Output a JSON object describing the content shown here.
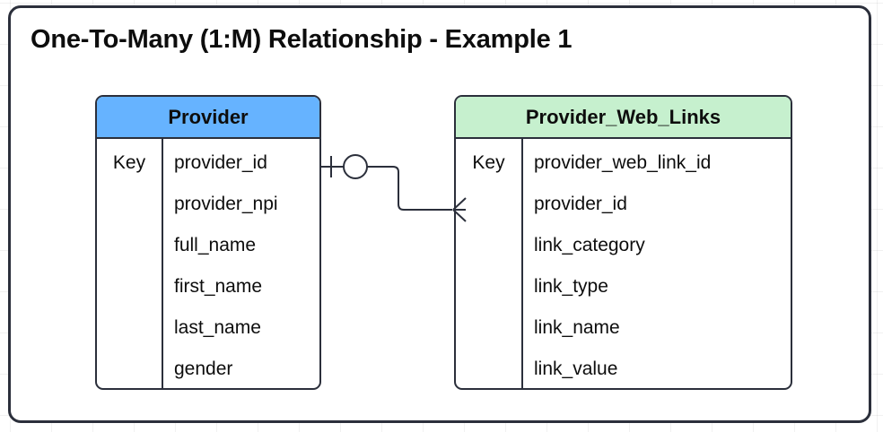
{
  "diagram": {
    "title": "One-To-Many (1:M) Relationship - Example 1",
    "type": "entity-relationship-diagram",
    "colors": {
      "frame_border": "#2B2F3B",
      "provider_header": "#66B3FF",
      "provider_web_links_header": "#C6F0CE",
      "text": "#0D0D0D",
      "background": "#FFFFFF"
    },
    "entities": [
      {
        "name": "Provider",
        "header_color": "#66B3FF",
        "key_label": "Key",
        "attributes": [
          "provider_id",
          "provider_npi",
          "full_name",
          "first_name",
          "last_name",
          "gender"
        ]
      },
      {
        "name": "Provider_Web_Links",
        "header_color": "#C6F0CE",
        "key_label": "Key",
        "attributes": [
          "provider_web_link_id",
          "provider_id",
          "link_category",
          "link_type",
          "link_name",
          "link_value"
        ]
      }
    ],
    "relationship": {
      "from": "Provider",
      "to": "Provider_Web_Links",
      "cardinality": "1:M",
      "source_notation": "one-and-only-one",
      "target_notation": "crows-foot-many"
    }
  }
}
